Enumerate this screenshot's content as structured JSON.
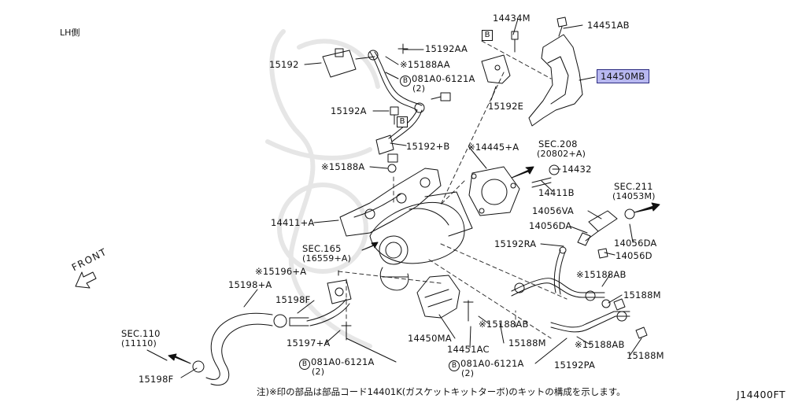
{
  "side_label": "LH側",
  "highlight_color": "#b8b8f0",
  "highlighted_part": "14450MB",
  "front_label": "FRONT",
  "labels": {
    "p14434M": "14434M",
    "p14451AB": "14451AB",
    "p15192AA": "15192AA",
    "p15192": "15192",
    "p15188AA": "※15188AA",
    "p081A0_top": "081A0-6121A",
    "qty_top": "(2)",
    "p15192A": "15192A",
    "p15192E": "15192E",
    "p15192B": "15192+B",
    "p14445A": "※14445+A",
    "sec208": "SEC.208",
    "sec208_sub": "(20802+A)",
    "p15188A": "※15188A",
    "p14432": "14432",
    "p14411B": "14411B",
    "sec211": "SEC.211",
    "sec211_sub": "(14053M)",
    "p14411A": "14411+A",
    "p14056VA": "14056VA",
    "p14056DA_left": "14056DA",
    "p14056DA_right": "14056DA",
    "p14056D": "14056D",
    "p15192RA": "15192RA",
    "sec165": "SEC.165",
    "sec165_sub": "(16559+A)",
    "p15196A": "※15196+A",
    "p15188AB_right": "※15188AB",
    "p15198A": "15198+A",
    "p15198F_mid": "15198F",
    "p15188M_right": "15188M",
    "p15188AB_mid": "※15188AB",
    "p15188AB_low": "※15188AB",
    "p14450MA": "14450MA",
    "p15197A": "15197+A",
    "sec110": "SEC.110",
    "sec110_sub": "(11110)",
    "p15188M_mid": "15188M",
    "p14451AC": "14451AC",
    "p15188M_low": "15188M",
    "p081A0_bl": "081A0-6121A",
    "qty_bl": "(2)",
    "p081A0_br": "081A0-6121A",
    "qty_br": "(2)",
    "p15192PA": "15192PA",
    "p15198F_bot": "15198F",
    "B_mark": "B"
  },
  "footer_note": "注)※印の部品は部品コード14401K(ガスケットキットターボ)のキットの構成を示します。",
  "footer_code": "J14400FT"
}
